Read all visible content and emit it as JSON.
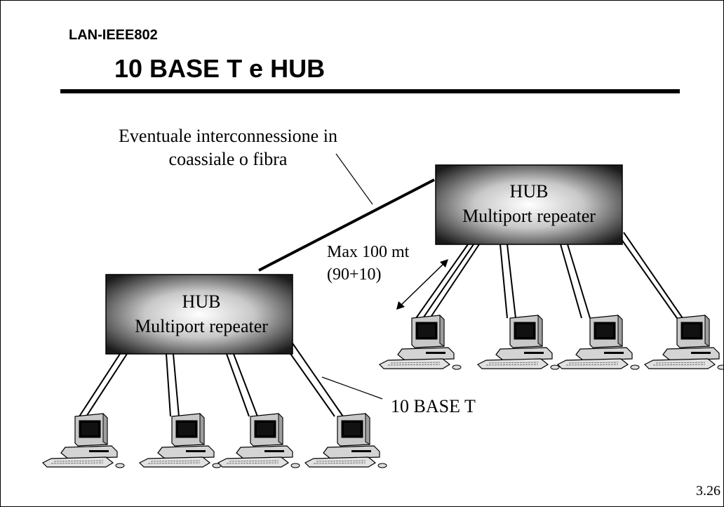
{
  "header": {
    "subtitle": "LAN-IEEE802",
    "title": "10 BASE T e HUB"
  },
  "diagram": {
    "interconnect_label_line1": "Eventuale interconnessione in",
    "interconnect_label_line2": "coassiale o fibra",
    "hub_left": {
      "line1": "HUB",
      "line2": "Multiport repeater"
    },
    "hub_right": {
      "line1": "HUB",
      "line2": "Multiport repeater"
    },
    "distance_label_line1": "Max 100 mt",
    "distance_label_line2": "(90+10)",
    "cable_label": "10 BASE T",
    "hub_color_edge": "#1a1a1a",
    "hub_color_center": "#ffffff"
  },
  "footer": {
    "page_number": "3.26"
  }
}
